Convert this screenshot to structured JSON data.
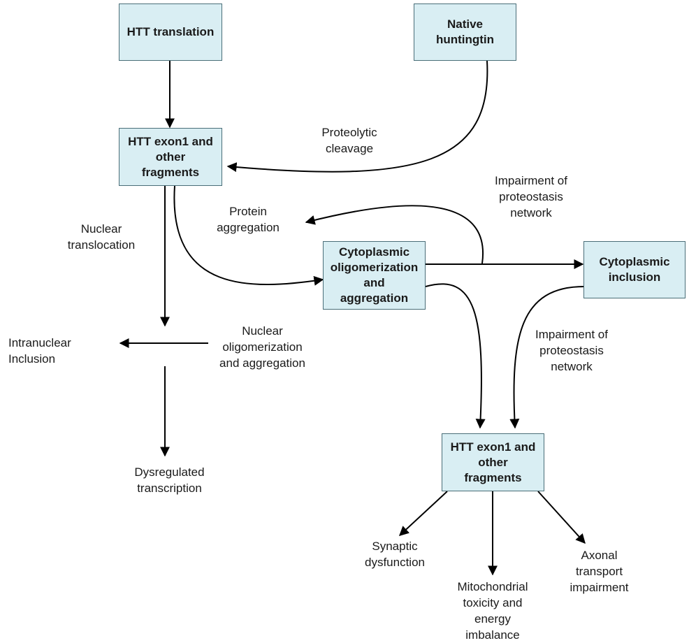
{
  "boxes": {
    "htt_translation": "HTT translation",
    "native_huntingtin": "Native\nhuntingtin",
    "htt_fragments_top": "HTT exon1 and\nother\nfragments",
    "cyto_oligomerization": "Cytoplasmic\noligomerization\nand\naggregation",
    "cyto_inclusion": "Cytoplasmic\ninclusion",
    "htt_fragments_bottom": "HTT exon1 and\nother\nfragments"
  },
  "labels": {
    "proteolytic_cleavage": "Proteolytic\ncleavage",
    "impairment_1": "Impairment of\nproteostasis\nnetwork",
    "protein_aggregation": "Protein\naggregation",
    "nuclear_translocation": "Nuclear\ntranslocation",
    "intranuclear_inclusion": "Intranuclear\nInclusion",
    "nuclear_oligomerization": "Nuclear\noligomerization\nand aggregation",
    "impairment_2": "Impairment of\nproteostasis\nnetwork",
    "dysregulated_transcription": "Dysregulated\ntranscription",
    "synaptic_dysfunction": "Synaptic\ndysfunction",
    "mitochondrial_toxicity": "Mitochondrial\ntoxicity and\nenergy\nimbalance",
    "axonal_transport": "Axonal\ntransport\nimpairment"
  },
  "colors": {
    "box_fill": "#d9eef3",
    "box_border": "#4a6e78",
    "arrow": "#000000"
  }
}
